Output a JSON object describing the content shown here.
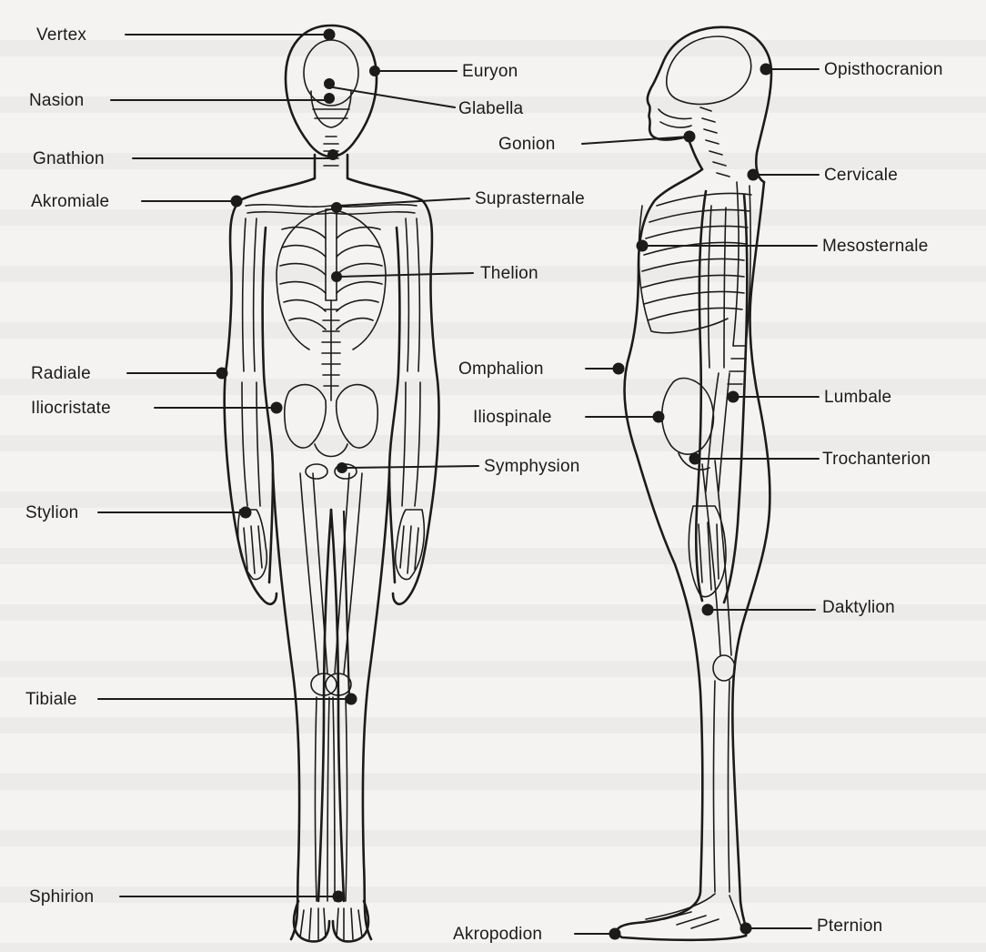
{
  "labels": {
    "vertex": "Vertex",
    "nasion": "Nasion",
    "gnathion": "Gnathion",
    "akromiale": "Akromiale",
    "radiale": "Radiale",
    "iliocristate": "Iliocristate",
    "stylion": "Stylion",
    "tibiale": "Tibiale",
    "sphirion": "Sphirion",
    "euryon": "Euryon",
    "glabella": "Glabella",
    "suprasternale": "Suprasternale",
    "thelion": "Thelion",
    "symphysion": "Symphysion",
    "omphalion": "Omphalion",
    "iliospinale": "Iliospinale",
    "akropodion": "Akropodion",
    "gonion": "Gonion",
    "opisthocranion": "Opisthocranion",
    "cervicale": "Cervicale",
    "mesosternale": "Mesosternale",
    "lumbale": "Lumbale",
    "trochanterion": "Trochanterion",
    "daktylion": "Daktylion",
    "pternion": "Pternion"
  },
  "colors": {
    "ink": "#1b1b1b",
    "background": "#f4f3f1",
    "bone_fill": "#f7f7f5"
  }
}
